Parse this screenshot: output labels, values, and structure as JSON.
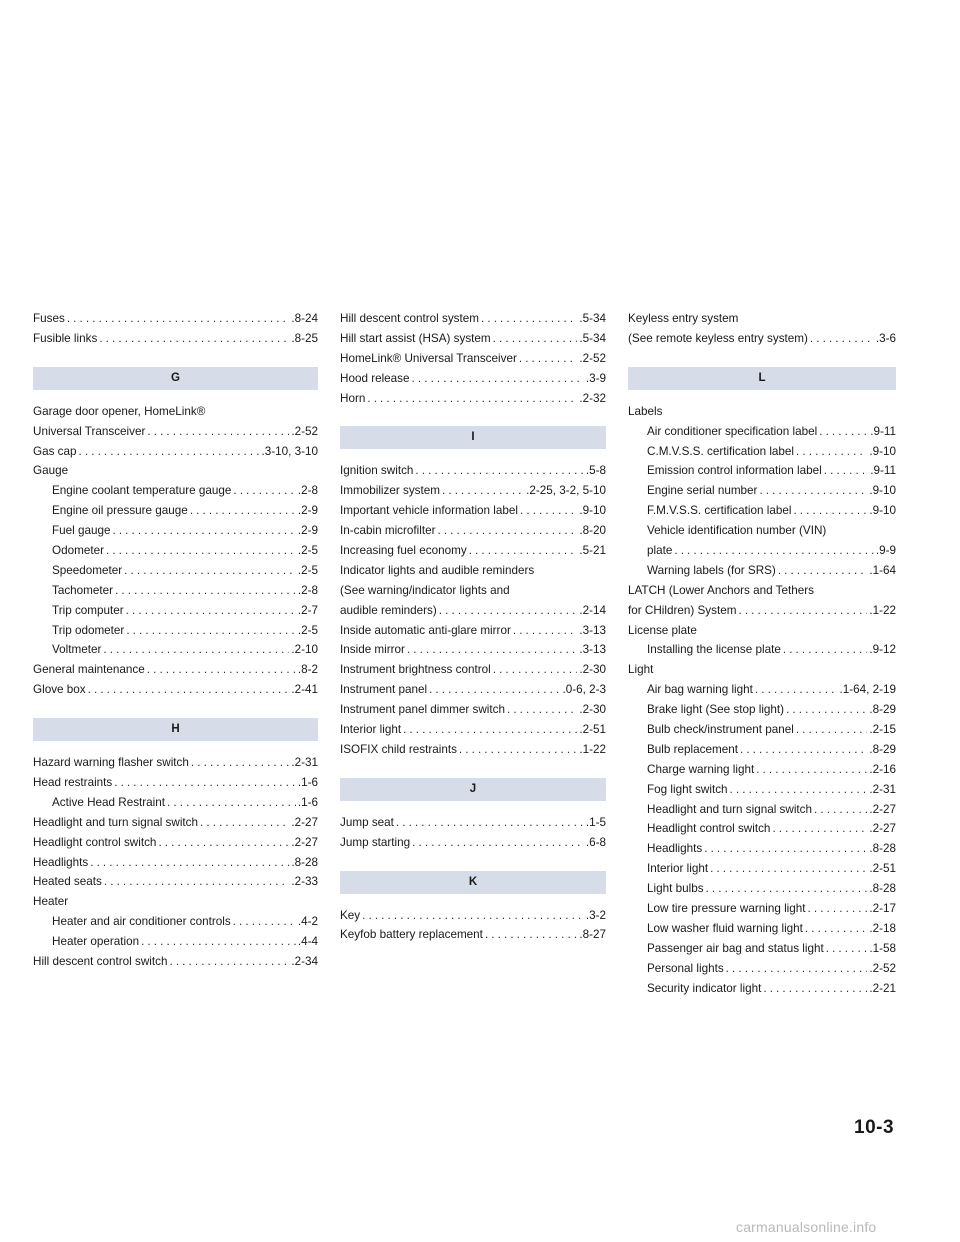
{
  "columns": [
    [
      {
        "k": "e",
        "t": "Fuses",
        "p": ".8-24"
      },
      {
        "k": "e",
        "t": "Fusible links",
        "p": ".8-25"
      },
      {
        "k": "gap"
      },
      {
        "k": "h",
        "t": "G"
      },
      {
        "k": "gapa"
      },
      {
        "k": "c",
        "t": "Garage door opener, HomeLink®"
      },
      {
        "k": "e",
        "t": "Universal Transceiver",
        "p": ".2-52"
      },
      {
        "k": "e",
        "t": "Gas cap",
        "p": ".3-10, 3-10"
      },
      {
        "k": "c",
        "t": "Gauge"
      },
      {
        "k": "e",
        "i": 1,
        "t": "Engine coolant temperature gauge",
        "p": ".2-8"
      },
      {
        "k": "e",
        "i": 1,
        "t": "Engine oil pressure gauge",
        "p": ".2-9"
      },
      {
        "k": "e",
        "i": 1,
        "t": "Fuel gauge",
        "p": ".2-9"
      },
      {
        "k": "e",
        "i": 1,
        "t": "Odometer",
        "p": ".2-5"
      },
      {
        "k": "e",
        "i": 1,
        "t": "Speedometer",
        "p": ".2-5"
      },
      {
        "k": "e",
        "i": 1,
        "t": "Tachometer",
        "p": ".2-8"
      },
      {
        "k": "e",
        "i": 1,
        "t": "Trip computer",
        "p": ".2-7"
      },
      {
        "k": "e",
        "i": 1,
        "t": "Trip odometer",
        "p": ".2-5"
      },
      {
        "k": "e",
        "i": 1,
        "t": "Voltmeter",
        "p": ".2-10"
      },
      {
        "k": "e",
        "t": "General maintenance",
        "p": ".8-2"
      },
      {
        "k": "e",
        "t": "Glove box",
        "p": ".2-41"
      },
      {
        "k": "gap"
      },
      {
        "k": "h",
        "t": "H"
      },
      {
        "k": "gapa"
      },
      {
        "k": "e",
        "t": "Hazard warning flasher switch",
        "p": ".2-31"
      },
      {
        "k": "e",
        "t": "Head restraints",
        "p": ".1-6"
      },
      {
        "k": "e",
        "i": 1,
        "t": "Active Head Restraint",
        "p": ".1-6"
      },
      {
        "k": "e",
        "t": "Headlight and turn signal switch",
        "p": ".2-27"
      },
      {
        "k": "e",
        "t": "Headlight control switch",
        "p": ".2-27"
      },
      {
        "k": "e",
        "t": "Headlights",
        "p": ".8-28"
      },
      {
        "k": "e",
        "t": "Heated seats",
        "p": ".2-33"
      },
      {
        "k": "c",
        "t": "Heater"
      },
      {
        "k": "e",
        "i": 1,
        "t": "Heater and air conditioner controls",
        "p": ".4-2"
      },
      {
        "k": "e",
        "i": 1,
        "t": "Heater operation",
        "p": ".4-4"
      },
      {
        "k": "e",
        "t": "Hill descent control switch",
        "p": ".2-34"
      }
    ],
    [
      {
        "k": "e",
        "t": "Hill descent control system",
        "p": ".5-34"
      },
      {
        "k": "e",
        "t": "Hill start assist (HSA) system",
        "p": ".5-34"
      },
      {
        "k": "e",
        "t": "HomeLink® Universal Transceiver",
        "p": ".2-52"
      },
      {
        "k": "e",
        "t": "Hood release",
        "p": ".3-9"
      },
      {
        "k": "e",
        "t": "Horn",
        "p": ".2-32"
      },
      {
        "k": "gap"
      },
      {
        "k": "h",
        "t": "I"
      },
      {
        "k": "gapa"
      },
      {
        "k": "e",
        "t": "Ignition switch",
        "p": ".5-8"
      },
      {
        "k": "e",
        "t": "Immobilizer system",
        "p": ".2-25, 3-2, 5-10"
      },
      {
        "k": "e",
        "t": "Important vehicle information label",
        "p": ".9-10"
      },
      {
        "k": "e",
        "t": "In-cabin microfilter",
        "p": ".8-20"
      },
      {
        "k": "e",
        "t": "Increasing fuel economy",
        "p": ".5-21"
      },
      {
        "k": "c",
        "t": "Indicator lights and audible reminders"
      },
      {
        "k": "c",
        "t": "(See warning/indicator lights and"
      },
      {
        "k": "e",
        "t": "audible reminders)",
        "p": ".2-14"
      },
      {
        "k": "e",
        "t": "Inside automatic anti-glare mirror",
        "p": ".3-13"
      },
      {
        "k": "e",
        "t": "Inside mirror",
        "p": ".3-13"
      },
      {
        "k": "e",
        "t": "Instrument brightness control",
        "p": ".2-30"
      },
      {
        "k": "e",
        "t": "Instrument panel",
        "p": ".0-6, 2-3"
      },
      {
        "k": "e",
        "t": "Instrument panel dimmer switch",
        "p": ".2-30"
      },
      {
        "k": "e",
        "t": "Interior light",
        "p": ".2-51"
      },
      {
        "k": "e",
        "t": "ISOFIX child restraints",
        "p": ".1-22"
      },
      {
        "k": "gap"
      },
      {
        "k": "h",
        "t": "J"
      },
      {
        "k": "gapa"
      },
      {
        "k": "e",
        "t": "Jump seat",
        "p": ".1-5"
      },
      {
        "k": "e",
        "t": "Jump starting",
        "p": ".6-8"
      },
      {
        "k": "gap"
      },
      {
        "k": "h",
        "t": "K"
      },
      {
        "k": "gapa"
      },
      {
        "k": "e",
        "t": "Key",
        "p": ".3-2"
      },
      {
        "k": "e",
        "t": "Keyfob battery replacement",
        "p": ".8-27"
      }
    ],
    [
      {
        "k": "c",
        "t": "Keyless entry system"
      },
      {
        "k": "e",
        "t": "(See remote keyless entry system)",
        "p": ".3-6"
      },
      {
        "k": "gap"
      },
      {
        "k": "h",
        "t": "L"
      },
      {
        "k": "gapa"
      },
      {
        "k": "c",
        "t": "Labels"
      },
      {
        "k": "e",
        "i": 1,
        "t": "Air conditioner specification label",
        "p": ".9-11"
      },
      {
        "k": "e",
        "i": 1,
        "t": "C.M.V.S.S. certification label",
        "p": ".9-10"
      },
      {
        "k": "e",
        "i": 1,
        "t": "Emission control information label",
        "p": ".9-11"
      },
      {
        "k": "e",
        "i": 1,
        "t": "Engine serial number",
        "p": ".9-10"
      },
      {
        "k": "e",
        "i": 1,
        "t": "F.M.V.S.S. certification label",
        "p": ".9-10"
      },
      {
        "k": "c",
        "i": 1,
        "t": "Vehicle identification number (VIN)"
      },
      {
        "k": "e",
        "i": 1,
        "t": "plate",
        "p": ".9-9"
      },
      {
        "k": "e",
        "i": 1,
        "t": "Warning labels (for SRS)",
        "p": ".1-64"
      },
      {
        "k": "c",
        "t": "LATCH (Lower Anchors and Tethers"
      },
      {
        "k": "e",
        "t": "for CHildren) System",
        "p": ".1-22"
      },
      {
        "k": "c",
        "t": "License plate"
      },
      {
        "k": "e",
        "i": 1,
        "t": "Installing the license plate",
        "p": ".9-12"
      },
      {
        "k": "c",
        "t": "Light"
      },
      {
        "k": "e",
        "i": 1,
        "t": "Air bag warning light",
        "p": ".1-64, 2-19"
      },
      {
        "k": "e",
        "i": 1,
        "t": "Brake light (See stop light)",
        "p": ".8-29"
      },
      {
        "k": "e",
        "i": 1,
        "t": "Bulb check/instrument panel",
        "p": ".2-15"
      },
      {
        "k": "e",
        "i": 1,
        "t": "Bulb replacement",
        "p": ".8-29"
      },
      {
        "k": "e",
        "i": 1,
        "t": "Charge warning light",
        "p": ".2-16"
      },
      {
        "k": "e",
        "i": 1,
        "t": "Fog light switch",
        "p": ".2-31"
      },
      {
        "k": "e",
        "i": 1,
        "t": "Headlight and turn signal switch",
        "p": ".2-27"
      },
      {
        "k": "e",
        "i": 1,
        "t": "Headlight control switch",
        "p": ".2-27"
      },
      {
        "k": "e",
        "i": 1,
        "t": "Headlights",
        "p": ".8-28"
      },
      {
        "k": "e",
        "i": 1,
        "t": "Interior light",
        "p": ".2-51"
      },
      {
        "k": "e",
        "i": 1,
        "t": "Light bulbs",
        "p": ".8-28"
      },
      {
        "k": "e",
        "i": 1,
        "t": "Low tire pressure warning light",
        "p": ".2-17"
      },
      {
        "k": "e",
        "i": 1,
        "t": "Low washer fluid warning light",
        "p": ".2-18"
      },
      {
        "k": "e",
        "i": 1,
        "t": "Passenger air bag and status light",
        "p": ".1-58"
      },
      {
        "k": "e",
        "i": 1,
        "t": "Personal lights",
        "p": ".2-52"
      },
      {
        "k": "e",
        "i": 1,
        "t": "Security indicator light",
        "p": ".2-21"
      }
    ]
  ],
  "page_number": "10-3",
  "watermark": "carmanualsonline.info",
  "colors": {
    "section_header_bg": "#d6dde8",
    "watermark": "#b9b9b9"
  }
}
